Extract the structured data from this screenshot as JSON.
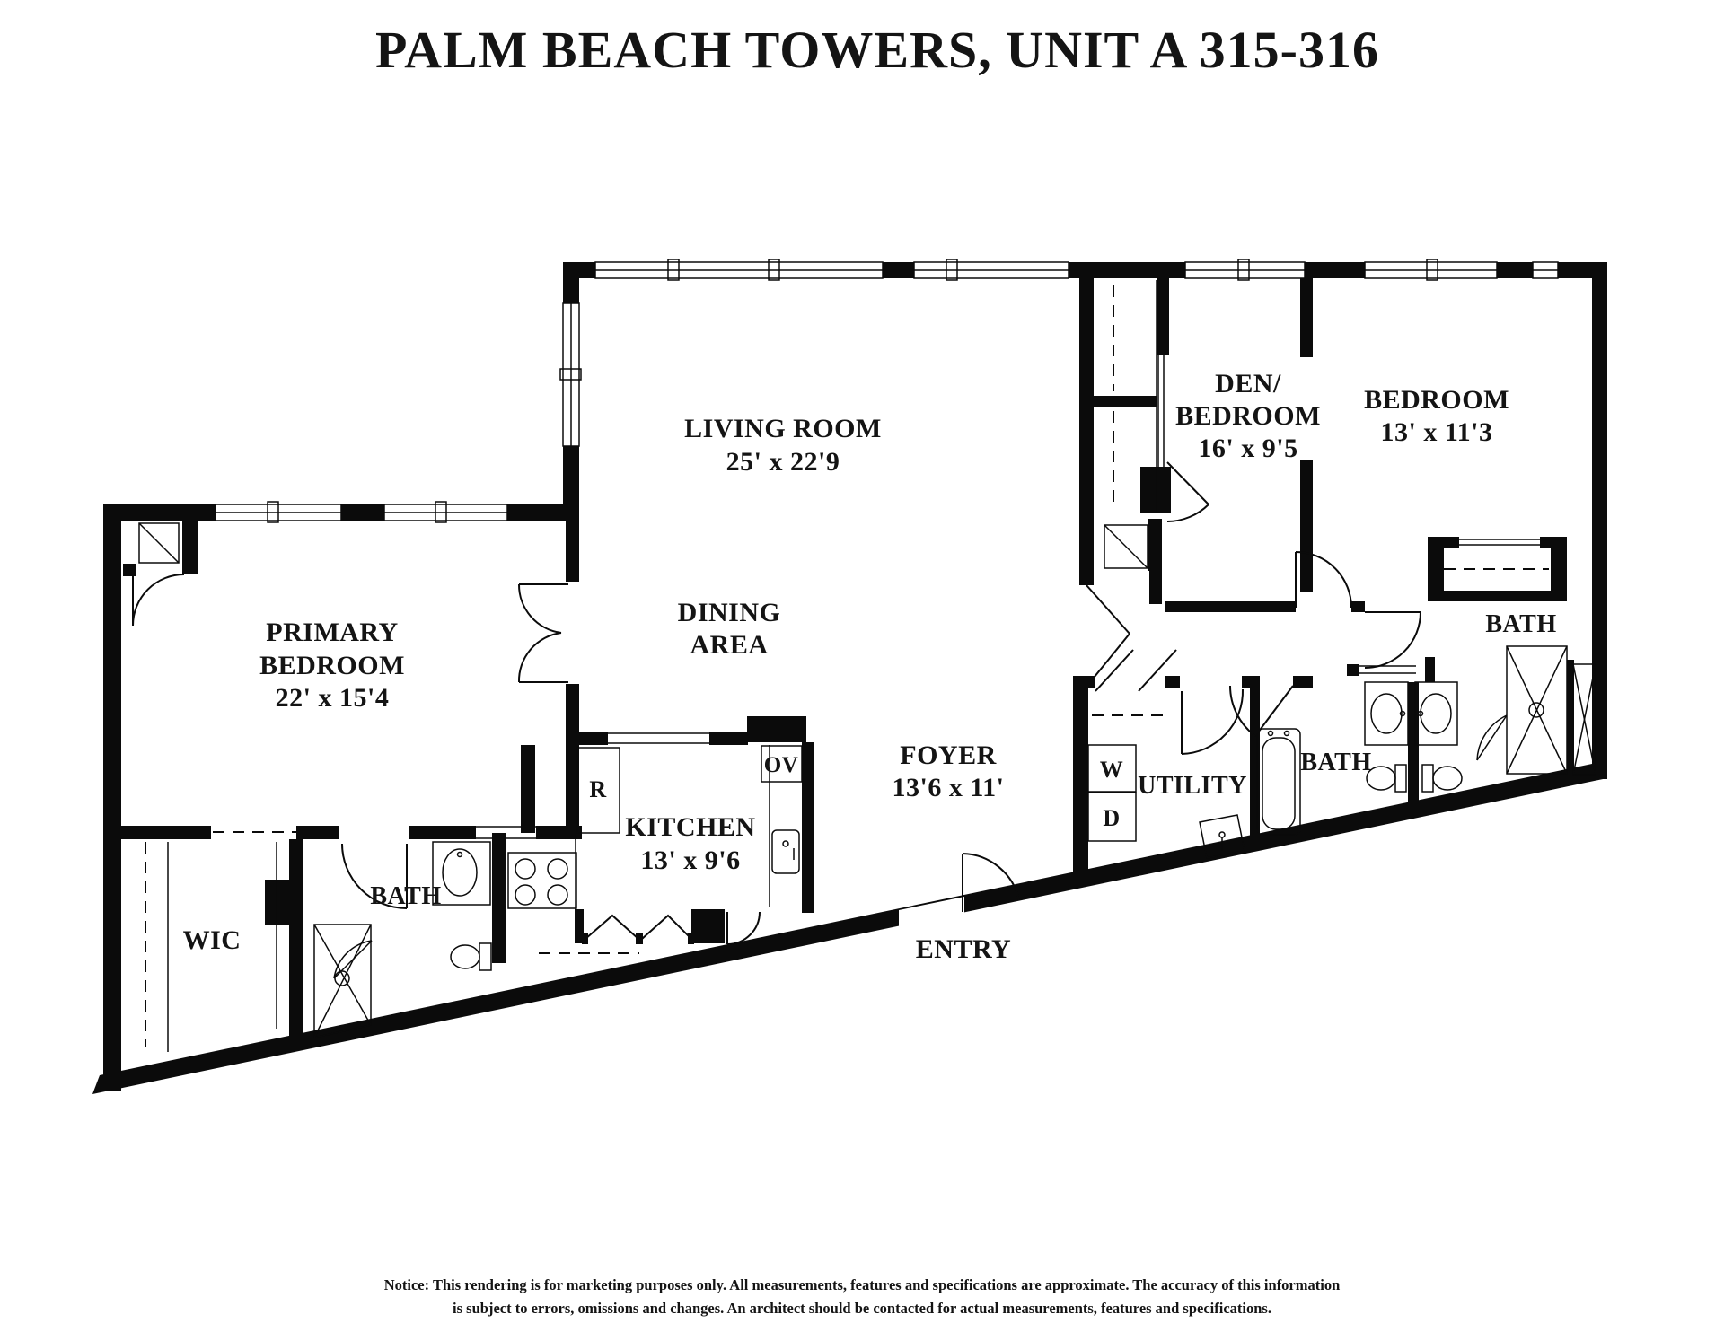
{
  "title": "PALM BEACH TOWERS, UNIT A 315-316",
  "rooms": {
    "living_room": {
      "name": "LIVING ROOM",
      "dims": "25' x 22'9"
    },
    "dining_area": {
      "line1": "DINING",
      "line2": "AREA"
    },
    "den_bedroom": {
      "line1": "DEN/",
      "line2": "BEDROOM",
      "dims": "16' x 9'5"
    },
    "bedroom": {
      "name": "BEDROOM",
      "dims": "13' x 11'3"
    },
    "primary_bedroom": {
      "line1": "PRIMARY",
      "line2": "BEDROOM",
      "dims": "22' x 15'4"
    },
    "kitchen": {
      "name": "KITCHEN",
      "dims": "13' x 9'6"
    },
    "foyer": {
      "name": "FOYER",
      "dims": "13'6 x 11'"
    },
    "entry": {
      "name": "ENTRY"
    },
    "wic": {
      "name": "WIC"
    },
    "utility": {
      "name": "UTILITY"
    },
    "bath_primary": {
      "name": "BATH"
    },
    "bath_middle": {
      "name": "BATH"
    },
    "bath_right": {
      "name": "BATH"
    }
  },
  "appliances": {
    "refrigerator": "R",
    "oven": "OV",
    "washer": "W",
    "dryer": "D"
  },
  "fixtures": [
    "window",
    "door-swing",
    "bifold-door",
    "sliding-door",
    "corner-shelf-closet",
    "closet-rod",
    "shower",
    "toilet",
    "sink",
    "bathtub",
    "stove",
    "linen-closet"
  ],
  "notice": {
    "line1": "Notice: This rendering is for marketing purposes only. All measurements, features and specifications are approximate. The accuracy of this information",
    "line2": "is subject to errors, omissions and changes. An architect should be contacted for actual measurements, features and specifications."
  },
  "colors": {
    "wall": "#0b0b0b",
    "background": "#ffffff"
  }
}
